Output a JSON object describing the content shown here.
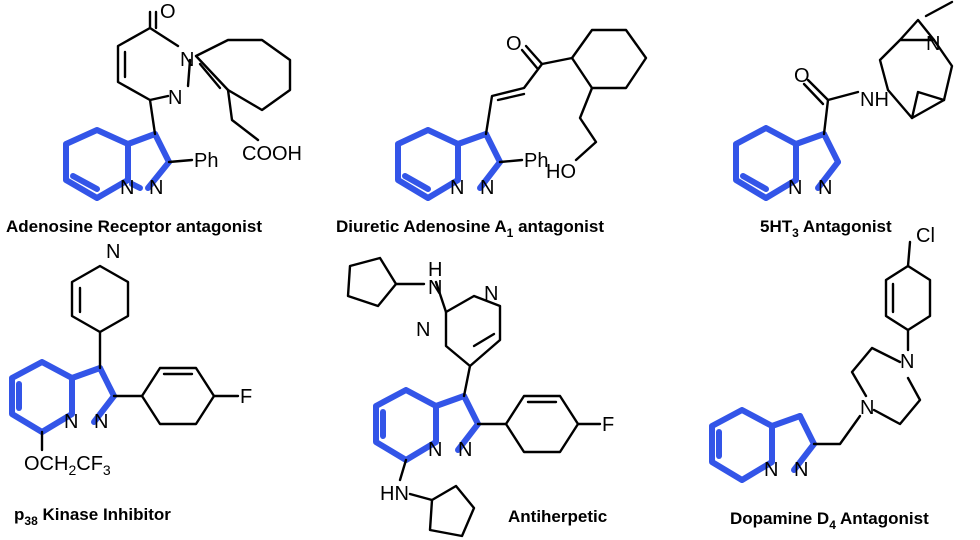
{
  "atoms": {
    "n": "N",
    "o": "O",
    "ph": "Ph",
    "cooh": "COOH",
    "ho": "HO",
    "nh": "NH",
    "hn": "HN",
    "h": "H",
    "f": "F",
    "cl": "Cl",
    "och2cf3_main": "OCH",
    "och2cf3_sub1": "2",
    "och2cf3_mid": "CF",
    "och2cf3_sub2": "3"
  },
  "compounds": [
    {
      "name": "Adenosine Receptor antagonist",
      "sub": "",
      "suffix": ""
    },
    {
      "name": "Diuretic Adenosine A",
      "sub": "1",
      "suffix": " antagonist"
    },
    {
      "name": "5HT",
      "sub": "3",
      "suffix": " Antagonist"
    },
    {
      "name": "p",
      "sub": "38",
      "suffix": " Kinase Inhibitor"
    },
    {
      "name": "Antiherpetic",
      "sub": "",
      "suffix": ""
    },
    {
      "name": "Dopamine D",
      "sub": "4",
      "suffix": " Antagonist"
    }
  ],
  "colors": {
    "core": "#3355e8",
    "bond": "#000000"
  }
}
